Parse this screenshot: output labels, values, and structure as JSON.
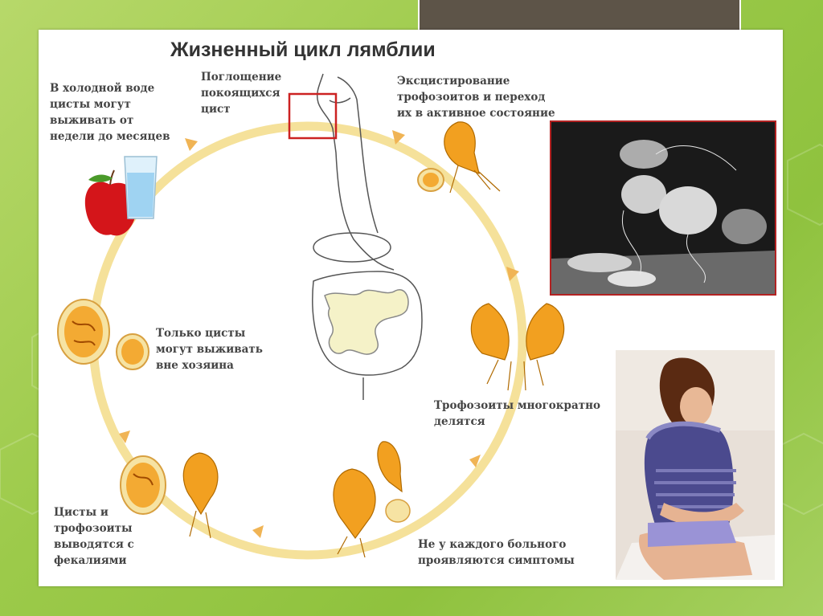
{
  "title": "Жизненный цикл лямблии",
  "labels": {
    "cold_water": "В холодной воде\nцисты могут\nвыживать от\nнедели до месяцев",
    "ingestion": "Поглощение\nпокоящихся\nцист",
    "excystation": "Эксцистирование\nтрофозоитов и переход\nих в активное состояние",
    "only_cysts": "Только цисты\nмогут выживать\nвне хозяина",
    "divide": "Трофозоиты многократно\nделятся",
    "excreted": "Цисты и\nтрофозоиты\nвыводятся с\nфекалиями",
    "symptoms": "Не у каждого больного\nпроявляются симптомы"
  },
  "colors": {
    "cycle": "#f5e19a",
    "arrow": "#f0a84a",
    "parasite": "#f2a020",
    "cyst": "#f6e3a3",
    "frame": "#cc2222"
  }
}
